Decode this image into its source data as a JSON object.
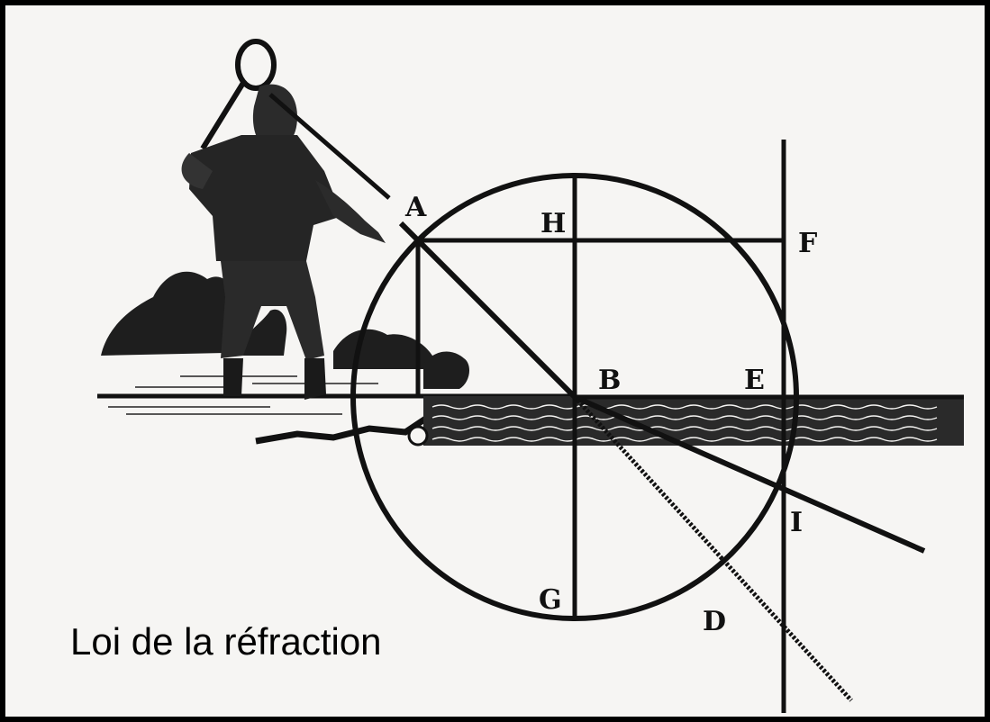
{
  "caption": "Loi de la réfraction",
  "labels": {
    "A": "A",
    "H": "H",
    "F": "F",
    "B": "B",
    "E": "E",
    "I": "I",
    "G": "G",
    "D": "D"
  },
  "colors": {
    "ink": "#111111",
    "paper": "#f6f5f3",
    "border": "#000000"
  }
}
